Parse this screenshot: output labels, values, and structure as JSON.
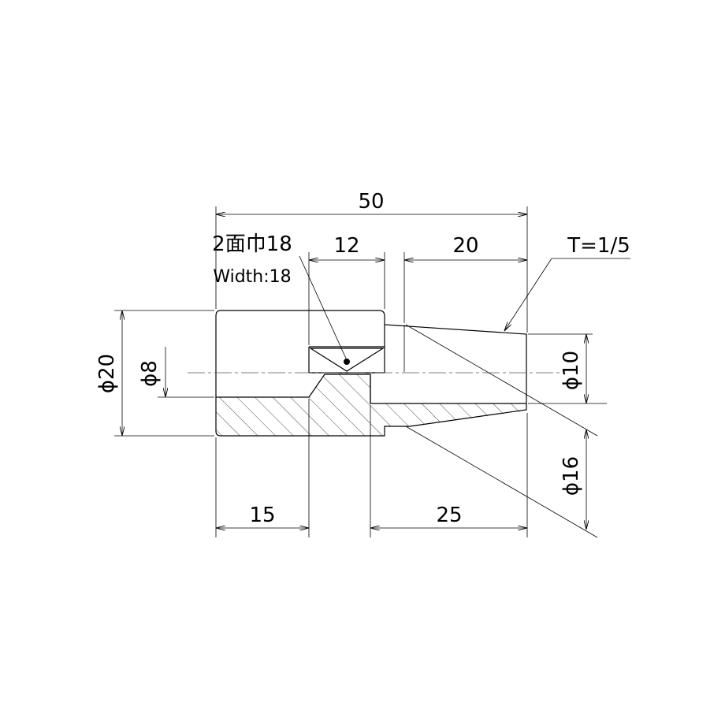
{
  "labels": {
    "overall_length": "50",
    "width_across_flats_jp": "2面巾18",
    "width_across_flats_en": "Width:18",
    "hex_length": "12",
    "taper_length": "20",
    "taper_ratio": "T=1/5",
    "outer_diameter": "ϕ20",
    "bore_diameter": "ϕ8",
    "tip_diameter": "ϕ10",
    "step_diameter": "ϕ16",
    "head_length": "15",
    "nozzle_length": "25"
  }
}
